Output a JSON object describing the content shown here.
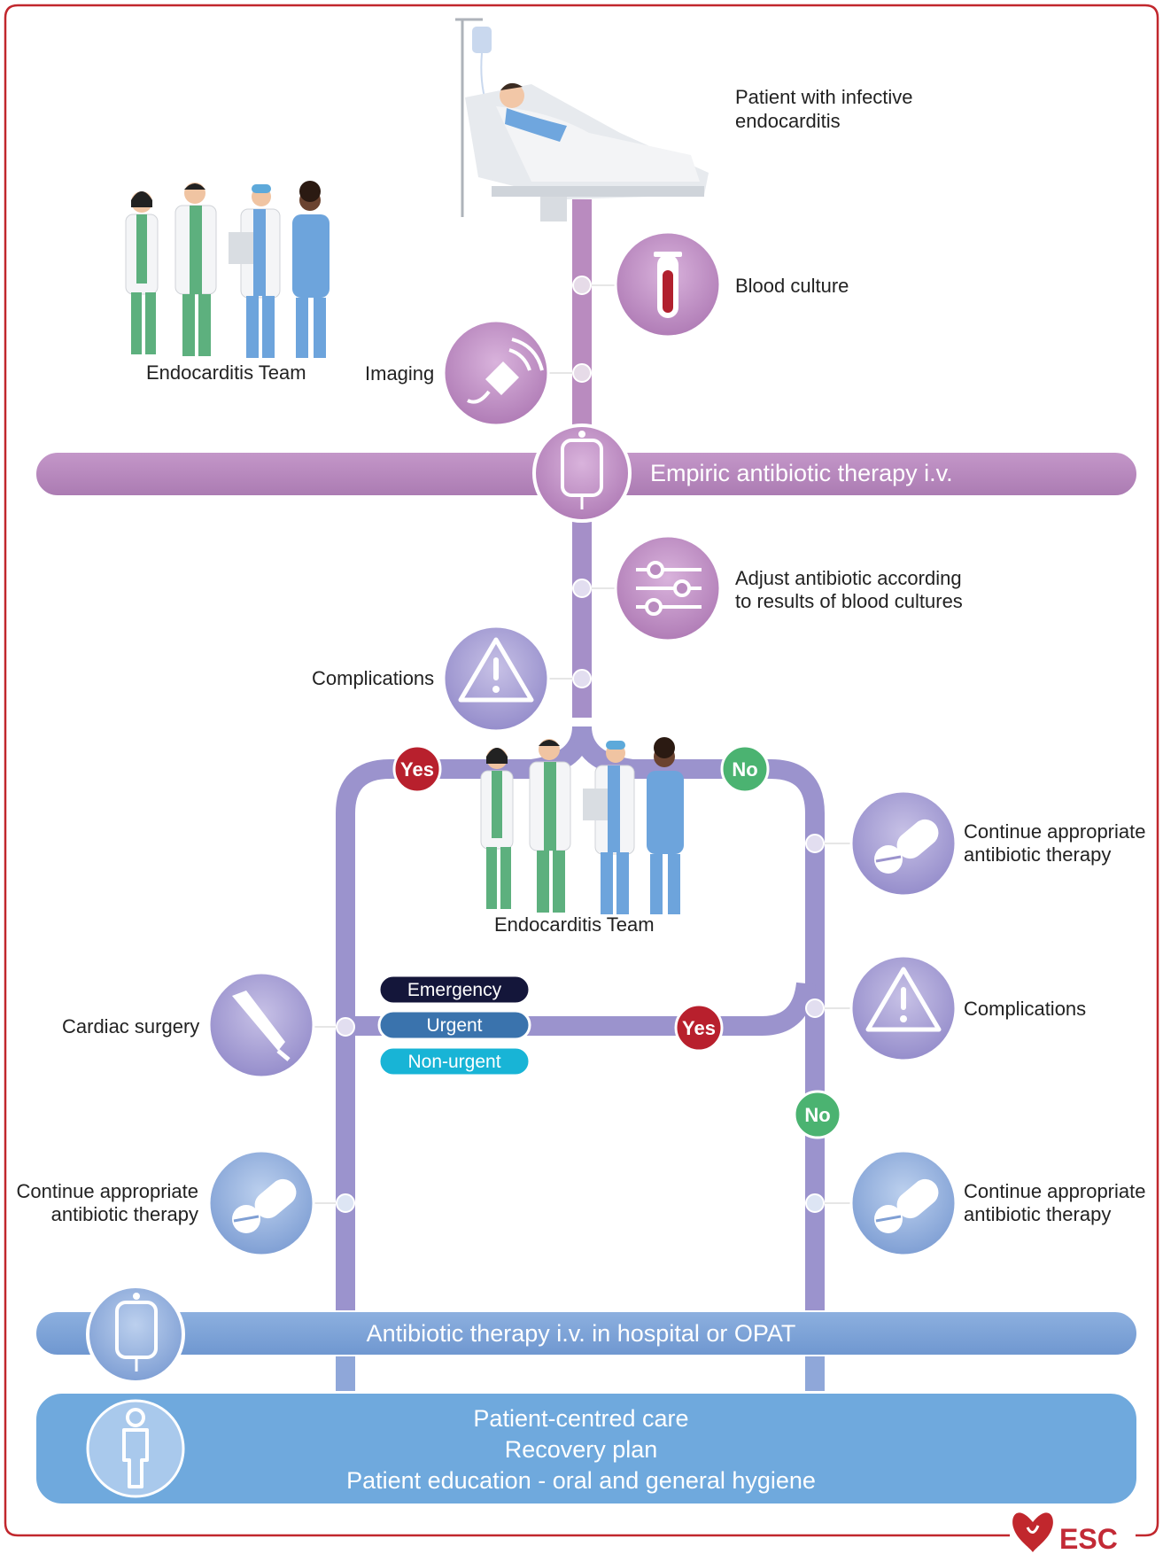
{
  "colors": {
    "frame": "#c1272d",
    "purple": "#b98bbf",
    "purple_dark": "#a872ae",
    "lavender": "#9b93cd",
    "blue": "#7fa3d6",
    "blue_light": "#6ea7dc",
    "yes": "#b8202d",
    "no": "#4bb371",
    "emergency": "#14163a",
    "urgent": "#3a73ad",
    "non_urgent": "#18b4d6"
  },
  "top": {
    "patient_label_line1": "Patient with infective",
    "patient_label_line2": "endocarditis",
    "team_label": "Endocarditis Team",
    "blood_culture": "Blood culture",
    "imaging": "Imaging"
  },
  "empiric_bar": {
    "label": "Empiric antibiotic therapy i.v."
  },
  "middle": {
    "adjust_line1": "Adjust antibiotic according",
    "adjust_line2": "to results of blood cultures",
    "complications": "Complications",
    "yes": "Yes",
    "no": "No",
    "team_label": "Endocarditis Team"
  },
  "right_branch": {
    "continue_line1": "Continue appropriate",
    "continue_line2": "antibiotic therapy",
    "complications": "Complications",
    "yes": "Yes",
    "no": "No",
    "continue2_line1": "Continue appropriate",
    "continue2_line2": "antibiotic therapy"
  },
  "left_branch": {
    "cardiac_surgery": "Cardiac surgery",
    "continue_line1": "Continue appropriate",
    "continue_line2": "antibiotic therapy"
  },
  "urgency": {
    "emergency": "Emergency",
    "urgent": "Urgent",
    "non_urgent": "Non-urgent"
  },
  "hospital_bar": {
    "label": "Antibiotic therapy i.v. in hospital or OPAT"
  },
  "care_box": {
    "line1": "Patient-centred care",
    "line2": "Recovery plan",
    "line3": "Patient education - oral and general hygiene"
  },
  "logo": {
    "text": "ESC"
  }
}
